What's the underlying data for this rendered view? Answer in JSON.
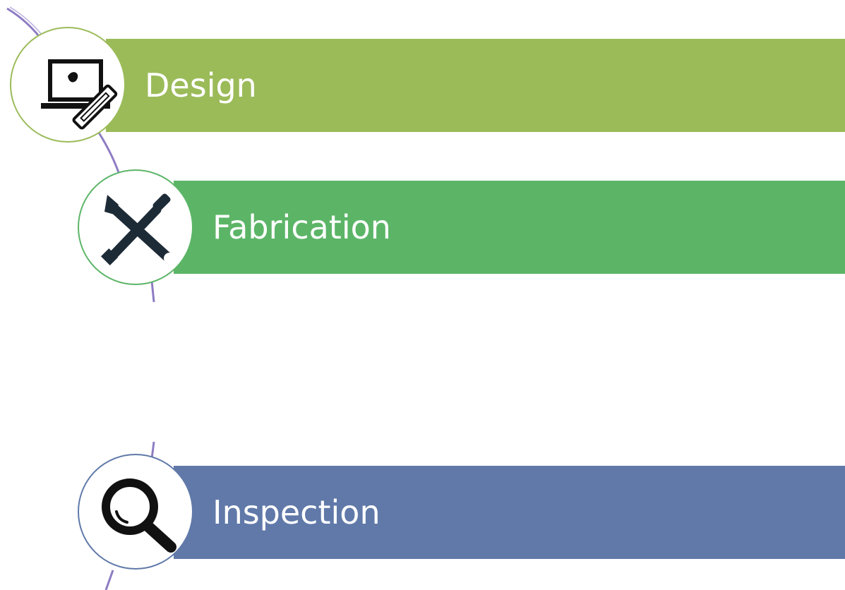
{
  "steps": [
    {
      "label": "Design",
      "icon": "laptop-brush-icon",
      "color": "#9bbb59"
    },
    {
      "label": "Fabrication",
      "icon": "wrench-screwdriver-icon",
      "color": "#5cb567"
    },
    {
      "label": "Inspection",
      "icon": "magnifier-icon",
      "color": "#6079a9"
    }
  ],
  "connector_color": "#8e7cc3"
}
